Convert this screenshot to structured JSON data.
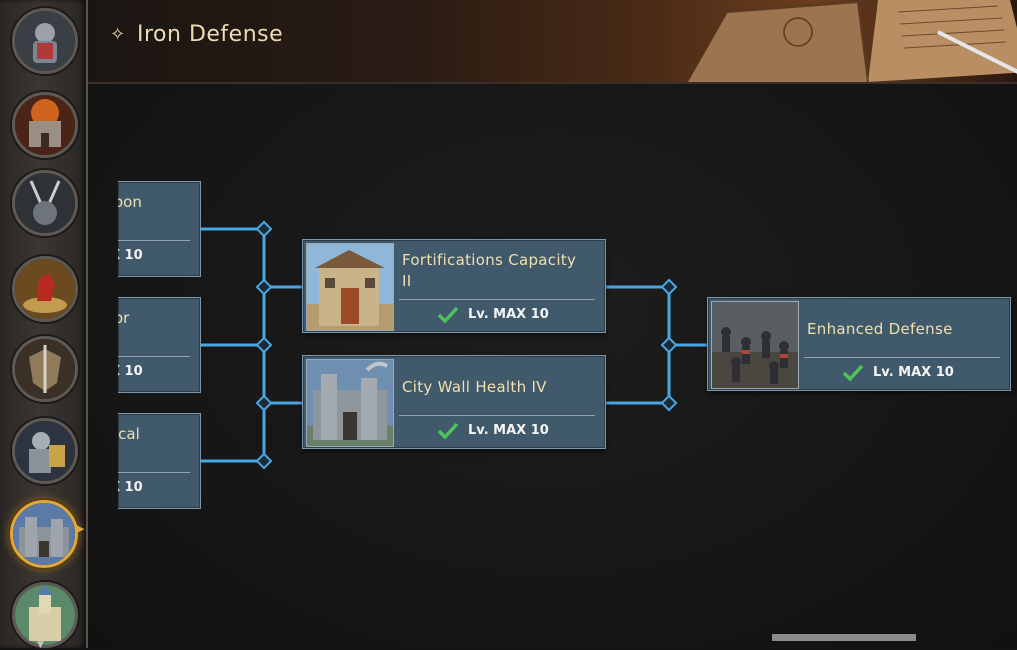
{
  "header": {
    "title": "Iron Defense"
  },
  "sidebar": {
    "items": [
      {
        "icon": "armored-knight-icon"
      },
      {
        "icon": "burning-castle-icon"
      },
      {
        "icon": "weapons-rack-icon"
      },
      {
        "icon": "chess-knight-icon"
      },
      {
        "icon": "shield-swords-icon"
      },
      {
        "icon": "cavalry-armor-icon"
      },
      {
        "icon": "city-wall-icon",
        "active": true
      },
      {
        "icon": "castle-tower-icon"
      }
    ]
  },
  "tree": {
    "left_partial": [
      {
        "name": "oon",
        "level": "X 10"
      },
      {
        "name": "or",
        "level": "X 10"
      },
      {
        "name": "ical",
        "level": "X 10"
      }
    ],
    "middle": [
      {
        "name_line1": "Fortifications Capacity",
        "name_line2": "II",
        "level": "Lv. MAX 10"
      },
      {
        "name": "City Wall Health IV",
        "level": "Lv. MAX 10"
      }
    ],
    "right": {
      "name": "Enhanced Defense",
      "level": "Lv. MAX 10"
    }
  },
  "colors": {
    "node_bg": "#405a6c",
    "connector": "#4aa6e2",
    "title_text": "#ecdcb5",
    "active_ring": "#e0a73a",
    "check_green": "#4fc35a"
  }
}
